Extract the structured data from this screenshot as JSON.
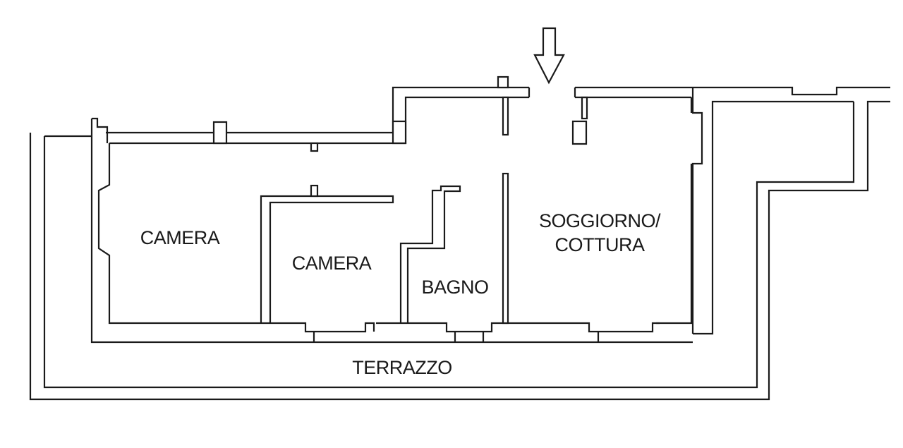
{
  "rooms": {
    "camera_left": "CAMERA",
    "camera_center": "CAMERA",
    "bagno": "BAGNO",
    "soggiorno_line1": "SOGGIORNO/",
    "soggiorno_line2": "COTTURA",
    "terrazzo": "TERRAZZO"
  },
  "icons": {
    "entrance": "entrance-arrow-icon"
  },
  "colors": {
    "lines": "#1a1a1a",
    "background": "#ffffff"
  }
}
